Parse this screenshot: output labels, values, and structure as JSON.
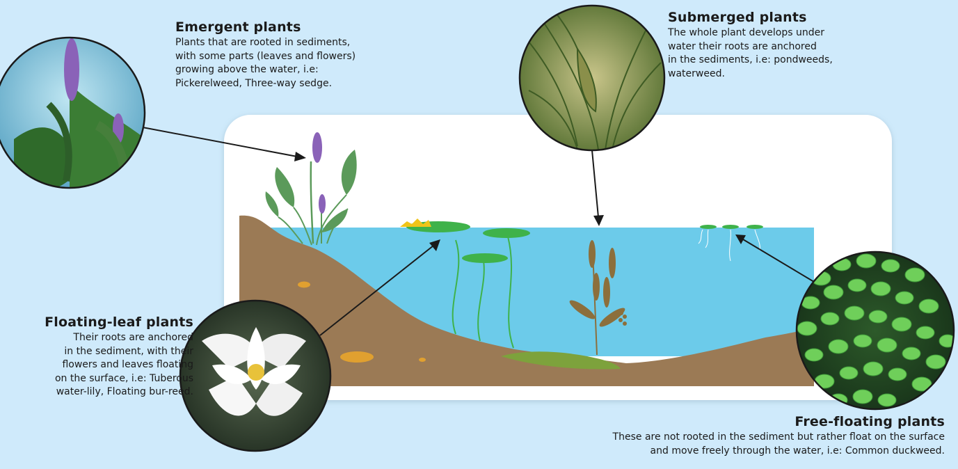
{
  "callouts": {
    "emergent": {
      "title": "Emergent plants",
      "lines": [
        "Plants that are rooted in sediments,",
        "with some parts (leaves and flowers)",
        "growing above the water, i.e:",
        "Pickerelweed, Three-way sedge."
      ]
    },
    "submerged": {
      "title": "Submerged plants",
      "lines": [
        "The whole plant develops under",
        "water their roots are anchored",
        "in the sediments, i.e: pondweeds,",
        "waterweed."
      ]
    },
    "floating_leaf": {
      "title": "Floating-leaf plants",
      "lines": [
        "Their roots are anchored",
        "in the sediment, with their",
        "flowers and leaves floating",
        "on the surface, i.e: Tuberous",
        "water-lily, Floating bur-reed."
      ]
    },
    "free_floating": {
      "title": "Free-floating plants",
      "lines": [
        "These are not rooted in the sediment but rather float on the surface",
        "and move freely through the water, i.e: Common duckweed."
      ]
    }
  },
  "colors": {
    "background": "#cfeafb",
    "water": "#6ccbea",
    "sediment": "#9b7a55",
    "plant_green": "#5b9a5a",
    "lily_pad": "#3fb24a",
    "pickerel_flower": "#8a62b8",
    "cattail": "#8c6f3c"
  }
}
